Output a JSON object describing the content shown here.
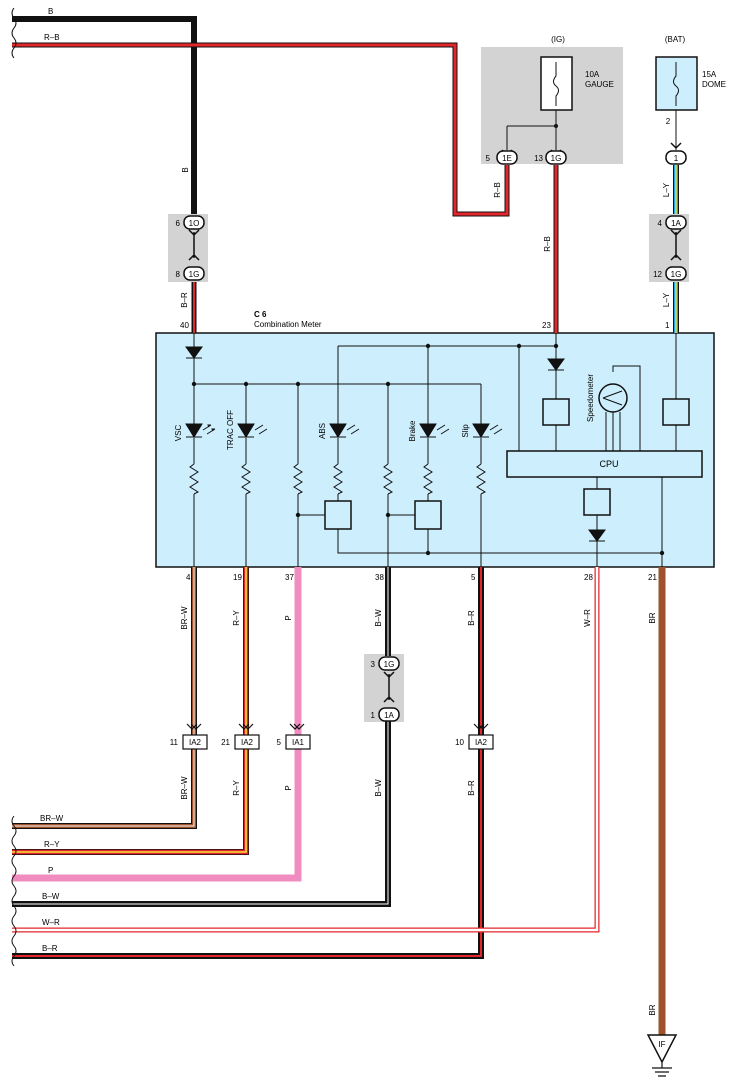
{
  "top_wires": {
    "w1": "B",
    "w2": "R–B"
  },
  "fuses": {
    "ig": {
      "header": "(IG)",
      "rating": "10A",
      "name": "GAUGE"
    },
    "bat": {
      "header": "(BAT)",
      "rating": "15A",
      "name": "DOME",
      "pin": "2"
    }
  },
  "connectors": {
    "c1e": {
      "pin": "5",
      "id": "1E"
    },
    "c1g_top": {
      "pin": "13",
      "id": "1G"
    },
    "c1bat": {
      "id": "1"
    },
    "c1o": {
      "pin": "6",
      "id": "1O"
    },
    "c1g_left": {
      "pin": "8",
      "id": "1G"
    },
    "c1a_right": {
      "pin": "4",
      "id": "1A"
    },
    "c1g_right": {
      "pin": "12",
      "id": "1G"
    },
    "c1g_mid": {
      "pin": "3",
      "id": "1G"
    },
    "c1a_mid": {
      "pin": "1",
      "id": "1A"
    },
    "ia2_a": {
      "pin": "11",
      "id": "IA2"
    },
    "ia2_b": {
      "pin": "21",
      "id": "IA2"
    },
    "ia1": {
      "pin": "5",
      "id": "IA1"
    },
    "ia2_c": {
      "pin": "10",
      "id": "IA2"
    }
  },
  "wire_labels": {
    "b_vert": "B",
    "rb_a": "R–B",
    "rb_b": "R–B",
    "ly_a": "L–Y",
    "ly_b": "L–Y",
    "br_left": "B–R",
    "brw_a": "BR–W",
    "ry_a": "R–Y",
    "p_a": "P",
    "bw_a": "B–W",
    "bri_a": "B–R",
    "wr_a": "W–R",
    "brn_a": "BR",
    "brw_b": "BR–W",
    "ry_b": "R–Y",
    "p_b": "P",
    "bw_b": "B–W",
    "bri_b": "B–R",
    "brn_b": "BR"
  },
  "meter": {
    "ref": "C 6",
    "name": "Combination Meter",
    "top_pins": {
      "p40": "40",
      "p23": "23",
      "p1": "1"
    },
    "bottom_pins": {
      "p4": "4",
      "p19": "19",
      "p37": "37",
      "p38": "38",
      "p5": "5",
      "p28": "28",
      "p21": "21"
    },
    "indicators": {
      "vsc": "VSC",
      "trac": "TRAC OFF",
      "abs": "ABS",
      "brake": "Brake",
      "slip": "Slip"
    },
    "speedometer": "Speedometer",
    "cpu": "CPU"
  },
  "bottom_wires": {
    "w1": "BR–W",
    "w2": "R–Y",
    "w3": "P",
    "w4": "B–W",
    "w5": "W–R",
    "w6": "B–R"
  },
  "ground": "IF",
  "colors": {
    "black": "#111111",
    "red": "#e3262b",
    "brown": "#a0522d",
    "pink": "#f08cbf",
    "yellow": "#f5e23a",
    "blue": "#2aa7e0",
    "meter_fill": "#cdeefc",
    "connector_shade": "#d3d3d3"
  }
}
